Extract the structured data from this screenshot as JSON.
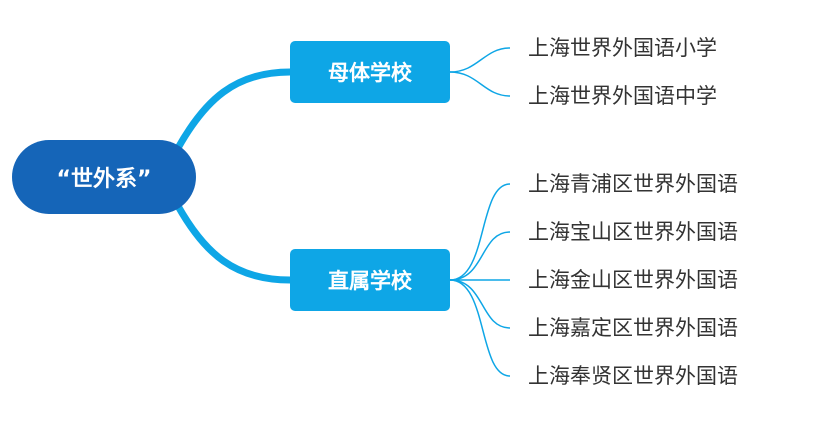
{
  "root": {
    "label": "“世外系”"
  },
  "branches": [
    {
      "label": "母体学校",
      "leaves": [
        "上海世界外国语小学",
        "上海世界外国语中学"
      ]
    },
    {
      "label": "直属学校",
      "leaves": [
        "上海青浦区世界外国语",
        "上海宝山区世界外国语",
        "上海金山区世界外国语",
        "上海嘉定区世界外国语",
        "上海奉贤区世界外国语"
      ]
    }
  ],
  "colors": {
    "root_fill": "#1565b8",
    "branch_fill": "#0ea6e6",
    "connector": "#0ea6e6",
    "leaf_text": "#333333"
  }
}
